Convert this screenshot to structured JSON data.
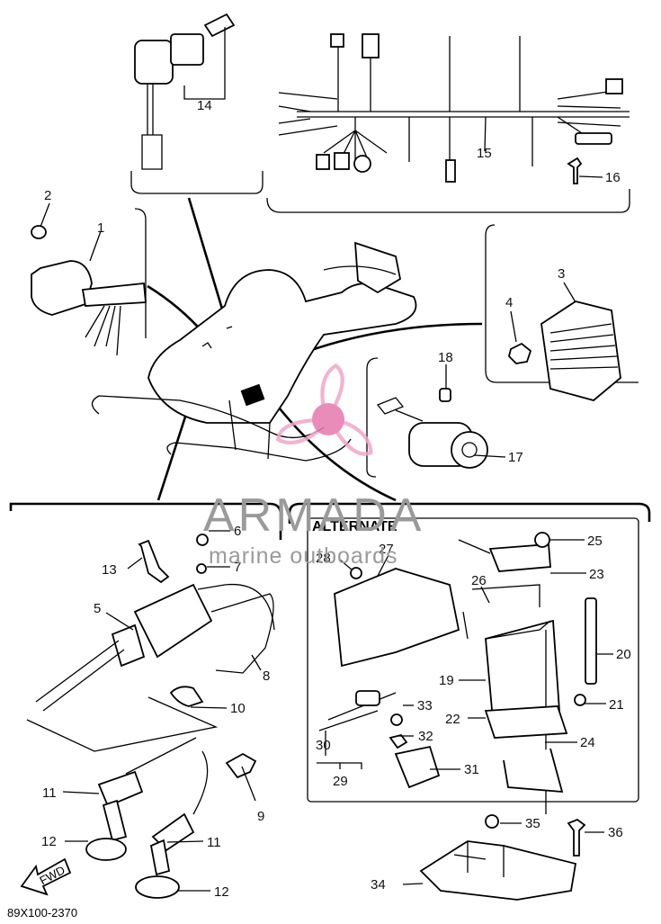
{
  "diagram": {
    "section_title": "ALTERNATE",
    "drawing_code": "89X100-2370",
    "fwd_label": "FWD",
    "callouts": [
      {
        "id": "1",
        "label": "1"
      },
      {
        "id": "2",
        "label": "2"
      },
      {
        "id": "3",
        "label": "3"
      },
      {
        "id": "4",
        "label": "4"
      },
      {
        "id": "5",
        "label": "5"
      },
      {
        "id": "6",
        "label": "6"
      },
      {
        "id": "7",
        "label": "7"
      },
      {
        "id": "8",
        "label": "8"
      },
      {
        "id": "9",
        "label": "9"
      },
      {
        "id": "10",
        "label": "10"
      },
      {
        "id": "11a",
        "label": "11"
      },
      {
        "id": "11b",
        "label": "11"
      },
      {
        "id": "12a",
        "label": "12"
      },
      {
        "id": "12b",
        "label": "12"
      },
      {
        "id": "13",
        "label": "13"
      },
      {
        "id": "14",
        "label": "14"
      },
      {
        "id": "15",
        "label": "15"
      },
      {
        "id": "16",
        "label": "16"
      },
      {
        "id": "17",
        "label": "17"
      },
      {
        "id": "18",
        "label": "18"
      },
      {
        "id": "19",
        "label": "19"
      },
      {
        "id": "20",
        "label": "20"
      },
      {
        "id": "21",
        "label": "21"
      },
      {
        "id": "22",
        "label": "22"
      },
      {
        "id": "23",
        "label": "23"
      },
      {
        "id": "24",
        "label": "24"
      },
      {
        "id": "25",
        "label": "25"
      },
      {
        "id": "26",
        "label": "26"
      },
      {
        "id": "27",
        "label": "27"
      },
      {
        "id": "28",
        "label": "28"
      },
      {
        "id": "29",
        "label": "29"
      },
      {
        "id": "30",
        "label": "30"
      },
      {
        "id": "31",
        "label": "31"
      },
      {
        "id": "32",
        "label": "32"
      },
      {
        "id": "33",
        "label": "33"
      },
      {
        "id": "34",
        "label": "34"
      },
      {
        "id": "35",
        "label": "35"
      },
      {
        "id": "36",
        "label": "36"
      }
    ]
  },
  "watermark": {
    "brand": "ARMADA",
    "tagline": "marine outboards",
    "logo_color": "#f2a6c8",
    "logo_center_color": "#e678ad"
  }
}
